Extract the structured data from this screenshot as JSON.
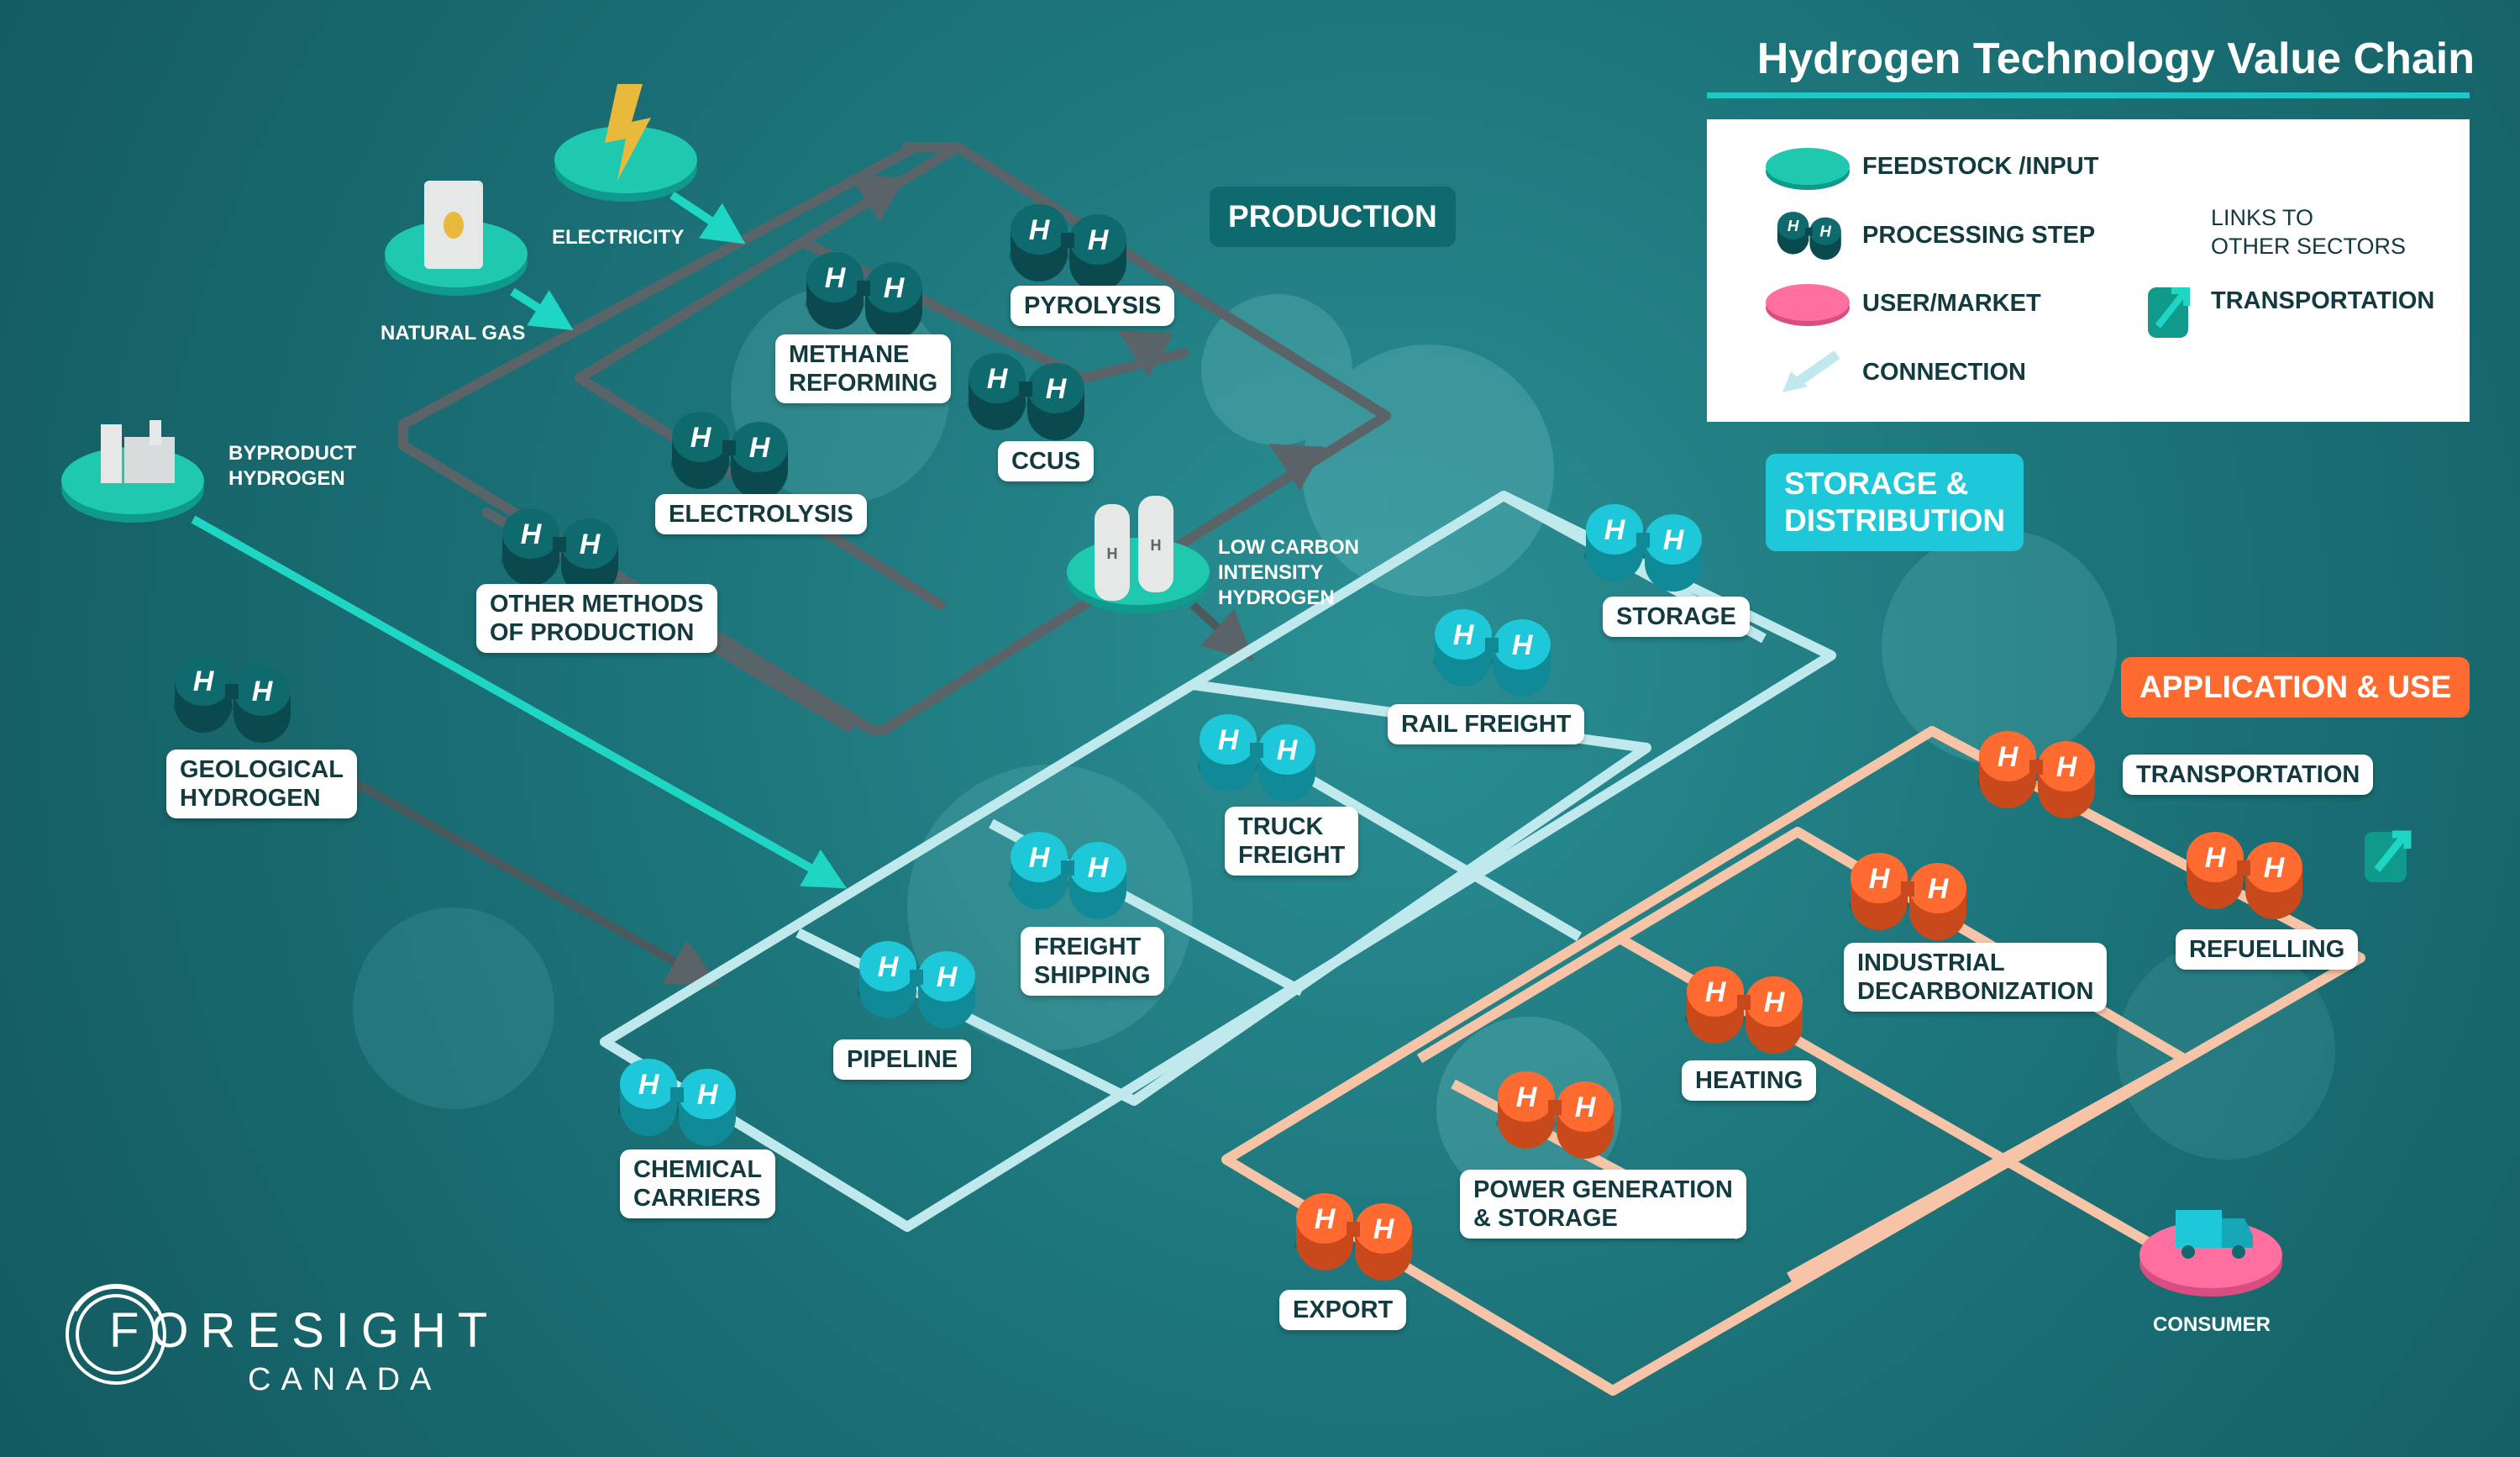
{
  "title": "Hydrogen Technology Value Chain",
  "legend": {
    "feedstock": "FEEDSTOCK /INPUT",
    "processing": "PROCESSING STEP",
    "user_market": "USER/MARKET",
    "connection": "CONNECTION",
    "links_to_other_sectors": "LINKS TO\nOTHER SECTORS",
    "transportation": "TRANSPORTATION"
  },
  "sections": {
    "production": "PRODUCTION",
    "storage_distribution": "STORAGE &\nDISTRIBUTION",
    "application_use": "APPLICATION & USE"
  },
  "inputs": {
    "electricity": "ELECTRICITY",
    "natural_gas": "NATURAL GAS",
    "byproduct_hydrogen": "BYPRODUCT\nHYDROGEN",
    "low_carbon_hydrogen": "LOW CARBON\nINTENSITY\nHYDROGEN",
    "consumer": "CONSUMER"
  },
  "production_steps": {
    "pyrolysis": "PYROLYSIS",
    "methane_reforming": "METHANE\nREFORMING",
    "ccus": "CCUS",
    "electrolysis": "ELECTROLYSIS",
    "other_methods": "OTHER METHODS\nOF PRODUCTION",
    "geological": "GEOLOGICAL\nHYDROGEN"
  },
  "storage_steps": {
    "storage": "STORAGE",
    "rail_freight": "RAIL FREIGHT",
    "truck_freight": "TRUCK\nFREIGHT",
    "freight_shipping": "FREIGHT\nSHIPPING",
    "pipeline": "PIPELINE",
    "chemical_carriers": "CHEMICAL\nCARRIERS"
  },
  "application_steps": {
    "transportation": "TRANSPORTATION",
    "refuelling": "REFUELLING",
    "industrial": "INDUSTRIAL\nDECARBONIZATION",
    "heating": "HEATING",
    "power_generation": "POWER GENERATION\n& STORAGE",
    "export": "EXPORT"
  },
  "logo": {
    "name": "FORESIGHT",
    "sub": "CANADA"
  },
  "colors": {
    "feedstock": "#1fc9b0",
    "production": "#0f6a6e",
    "storage": "#1ec8d8",
    "application": "#ff6a30",
    "user_market": "#ff6fa0",
    "production_route": "#606a6e",
    "storage_route": "#bfe9ec",
    "application_route": "#f8c4a8",
    "accent": "#1ec8c6"
  },
  "icons": [
    "lightning-icon",
    "gas-can-icon",
    "factory-icon",
    "hydrogen-tanks-icon",
    "delivery-truck-icon",
    "transport-link-icon"
  ]
}
